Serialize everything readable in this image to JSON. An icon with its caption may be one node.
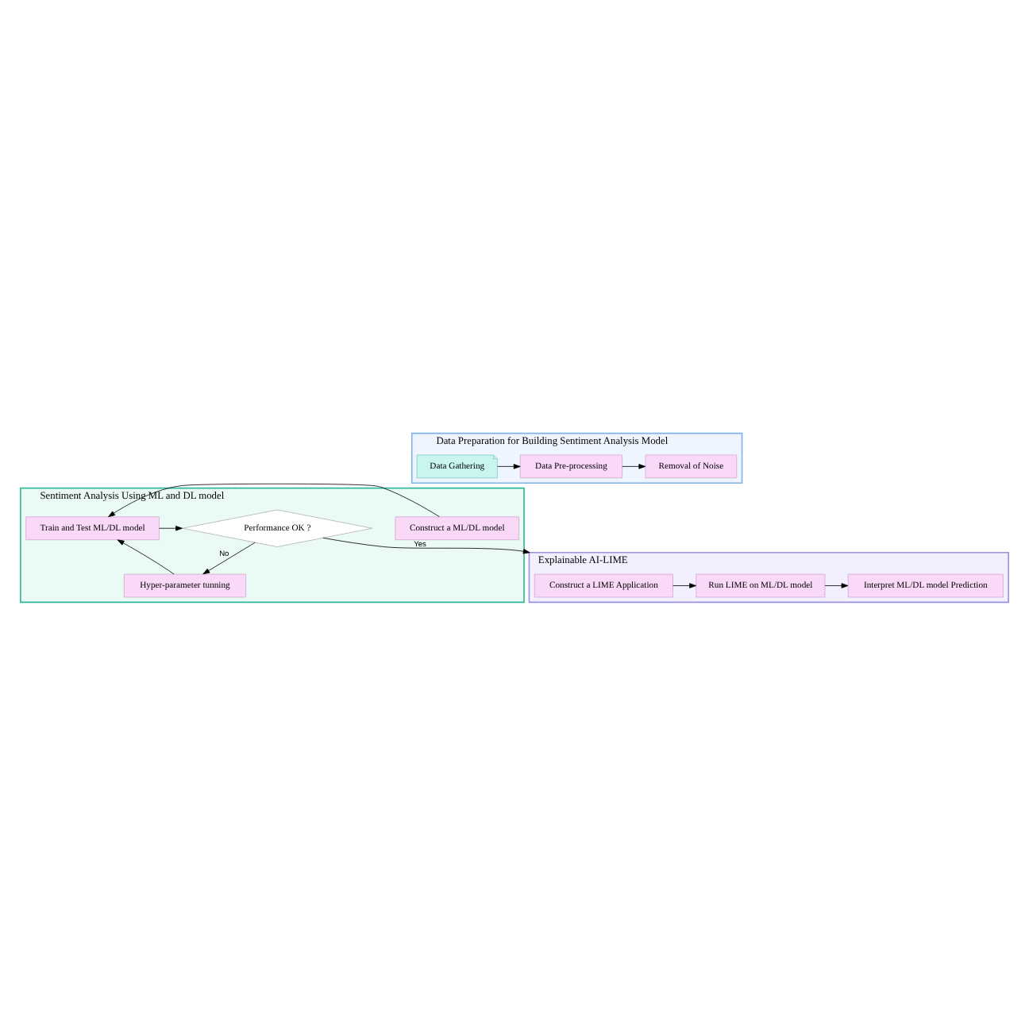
{
  "diagram": {
    "nodes": [
      {
        "text": [
          "Data Preparation for Building Sentiment Analysis Model"
        ]
      },
      {
        "text": [
          "Data Gathering"
        ],
        "in": 0
      },
      {
        "text": [
          "Data Pre-processing"
        ],
        "in": 0
      },
      {
        "text": [
          "Removal of Noise"
        ],
        "in": 0
      },
      {
        "text": [
          "Sentiment Analysis Using ML and DL model"
        ]
      },
      {
        "text": [
          "Construct a ML/DL model"
        ],
        "in": 4
      },
      {
        "text": [
          "Train and Test ML/DL model"
        ],
        "in": 4
      },
      {
        "text": [
          "Performance OK ?"
        ],
        "in": 4
      },
      {
        "text": [
          "Hyper-parameter tunning"
        ],
        "in": 4
      },
      {
        "text": [
          "Explainable AI-LIME"
        ]
      },
      {
        "text": [
          "Construct a LIME Application"
        ],
        "in": 9
      },
      {
        "text": [
          "Run LIME on ML/DL model"
        ],
        "in": 9
      },
      {
        "text": [
          "Interpret ML/DL model Prediction"
        ],
        "in": 9
      }
    ],
    "edges": [
      {
        "from": 1,
        "to": 2,
        "arrow": "to"
      },
      {
        "from": 2,
        "to": 3,
        "arrow": "to"
      },
      {
        "from": 5,
        "to": 6,
        "arrow": "to"
      },
      {
        "from": 6,
        "to": 7,
        "arrow": "to"
      },
      {
        "from": 7,
        "to": 8,
        "arrow": "to",
        "label": "No"
      },
      {
        "from": 8,
        "to": 6,
        "arrow": "to"
      },
      {
        "from": 7,
        "to": 9,
        "arrow": "to",
        "label": "Yes"
      },
      {
        "from": 10,
        "to": 11,
        "arrow": "to"
      },
      {
        "from": 11,
        "to": 12,
        "arrow": "to"
      }
    ]
  }
}
